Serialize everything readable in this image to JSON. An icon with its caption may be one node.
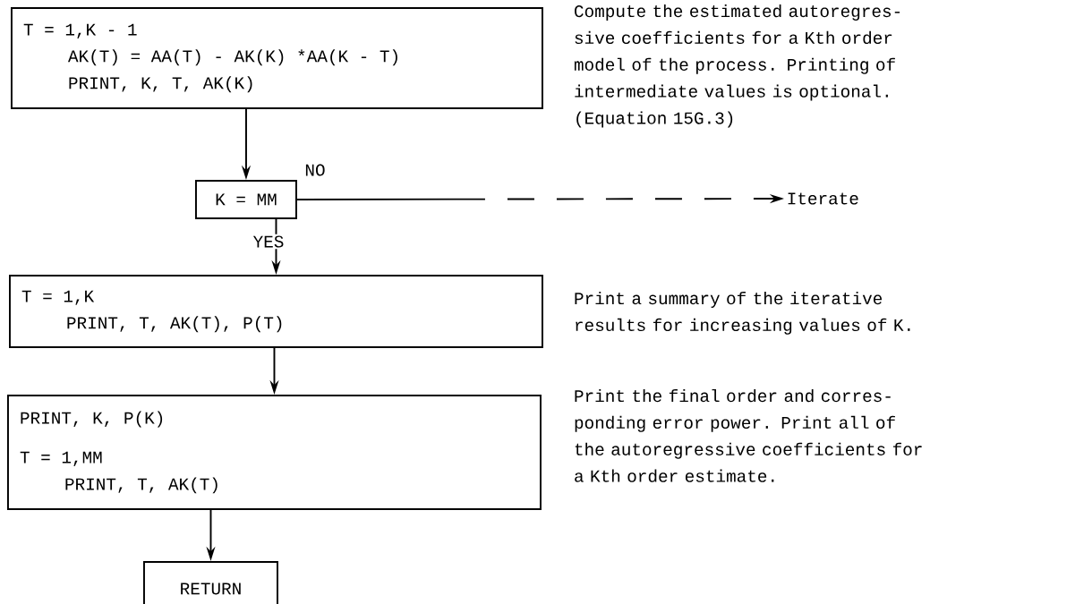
{
  "diagram": {
    "nodes": [
      {
        "text": [
          "T = 1,K - 1",
          "AK(T) = AA(T) - AK(K) *AA(K - T)",
          "PRINT, K, T, AK(K)"
        ],
        "beside": [
          "Compute the estimated autoregres- sive coefficients for a Kth order model of the process. Printing of intermediate values is optional. (Equation 15G.3)"
        ]
      },
      {
        "text": [
          "K = MM"
        ]
      },
      {
        "text": [
          "Iterate"
        ]
      },
      {
        "text": [
          "T = 1,K",
          "PRINT, T, AK(T), P(T)"
        ],
        "beside": [
          "Print a summary of the iterative results for increasing values of K."
        ]
      },
      {
        "text": [
          "PRINT, K, P(K)",
          "T = 1,MM",
          "PRINT, T, AK(T)"
        ],
        "beside": [
          "Print the final order and corres- ponding error power. Print all of the autoregressive coefficients for a Kth order estimate."
        ]
      },
      {
        "text": [
          "RETURN"
        ]
      }
    ],
    "edges": [
      {
        "from": 0,
        "to": 1,
        "arrow": "to"
      },
      {
        "from": 1,
        "to": 2,
        "arrow": "to",
        "label": "NO",
        "style": "dashed"
      },
      {
        "from": 1,
        "to": 3,
        "arrow": "to",
        "label": "YES"
      },
      {
        "from": 3,
        "to": 4,
        "arrow": "to"
      },
      {
        "from": 4,
        "to": 5,
        "arrow": "to"
      }
    ]
  }
}
